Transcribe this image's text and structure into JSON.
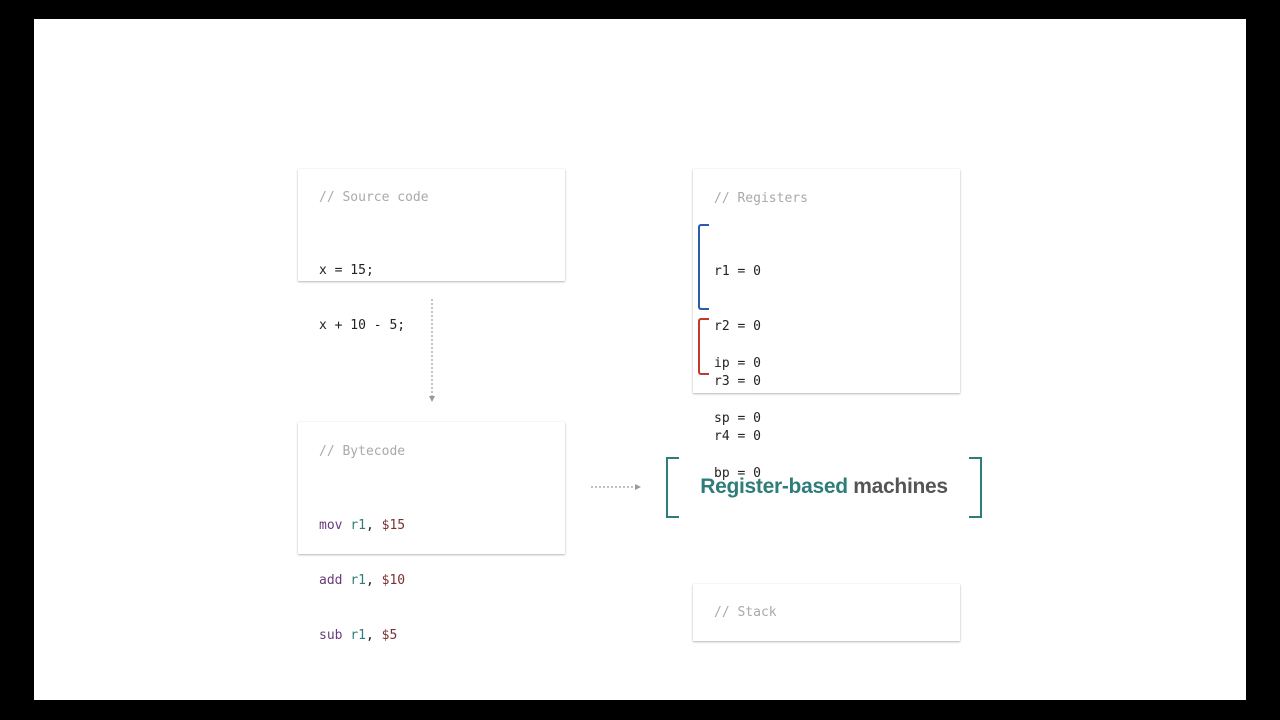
{
  "source_card": {
    "comment": "// Source code",
    "lines": [
      "x = 15;",
      "x + 10 - 5;"
    ]
  },
  "registers_card": {
    "comment": "// Registers",
    "general_registers": [
      "r1 = 0",
      "r2 = 0",
      "r3 = 0",
      "r4 = 0"
    ],
    "special_registers": [
      "ip = 0",
      "sp = 0",
      "bp = 0"
    ]
  },
  "bytecode_card": {
    "comment": "// Bytecode",
    "instructions": [
      {
        "op": "mov",
        "reg": "r1",
        "sep": ", ",
        "arg": "$15"
      },
      {
        "op": "add",
        "reg": "r1",
        "sep": ", ",
        "arg": "$10"
      },
      {
        "op": "sub",
        "reg": "r1",
        "sep": ", ",
        "arg": "$5"
      }
    ]
  },
  "stack_card": {
    "comment": "// Stack"
  },
  "title": {
    "accent": "Register-based",
    "rest": " machines"
  },
  "colors": {
    "accent": "#2f7d7a",
    "general_register_bracket": "#2a5db0",
    "special_register_bracket": "#c0392b",
    "opcode": "#6b3a7a",
    "immediate": "#7a3030"
  }
}
